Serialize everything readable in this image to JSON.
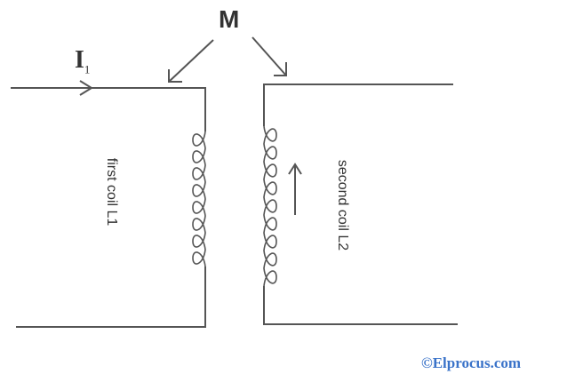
{
  "labels": {
    "mutual": "M",
    "current_main": "I",
    "current_sub": "1",
    "first_coil": "first coil L1",
    "second_coil": "second coil L2",
    "copyright": "©Elprocus.com"
  },
  "colors": {
    "wire": "#555555",
    "copyright": "#3a73c9"
  }
}
